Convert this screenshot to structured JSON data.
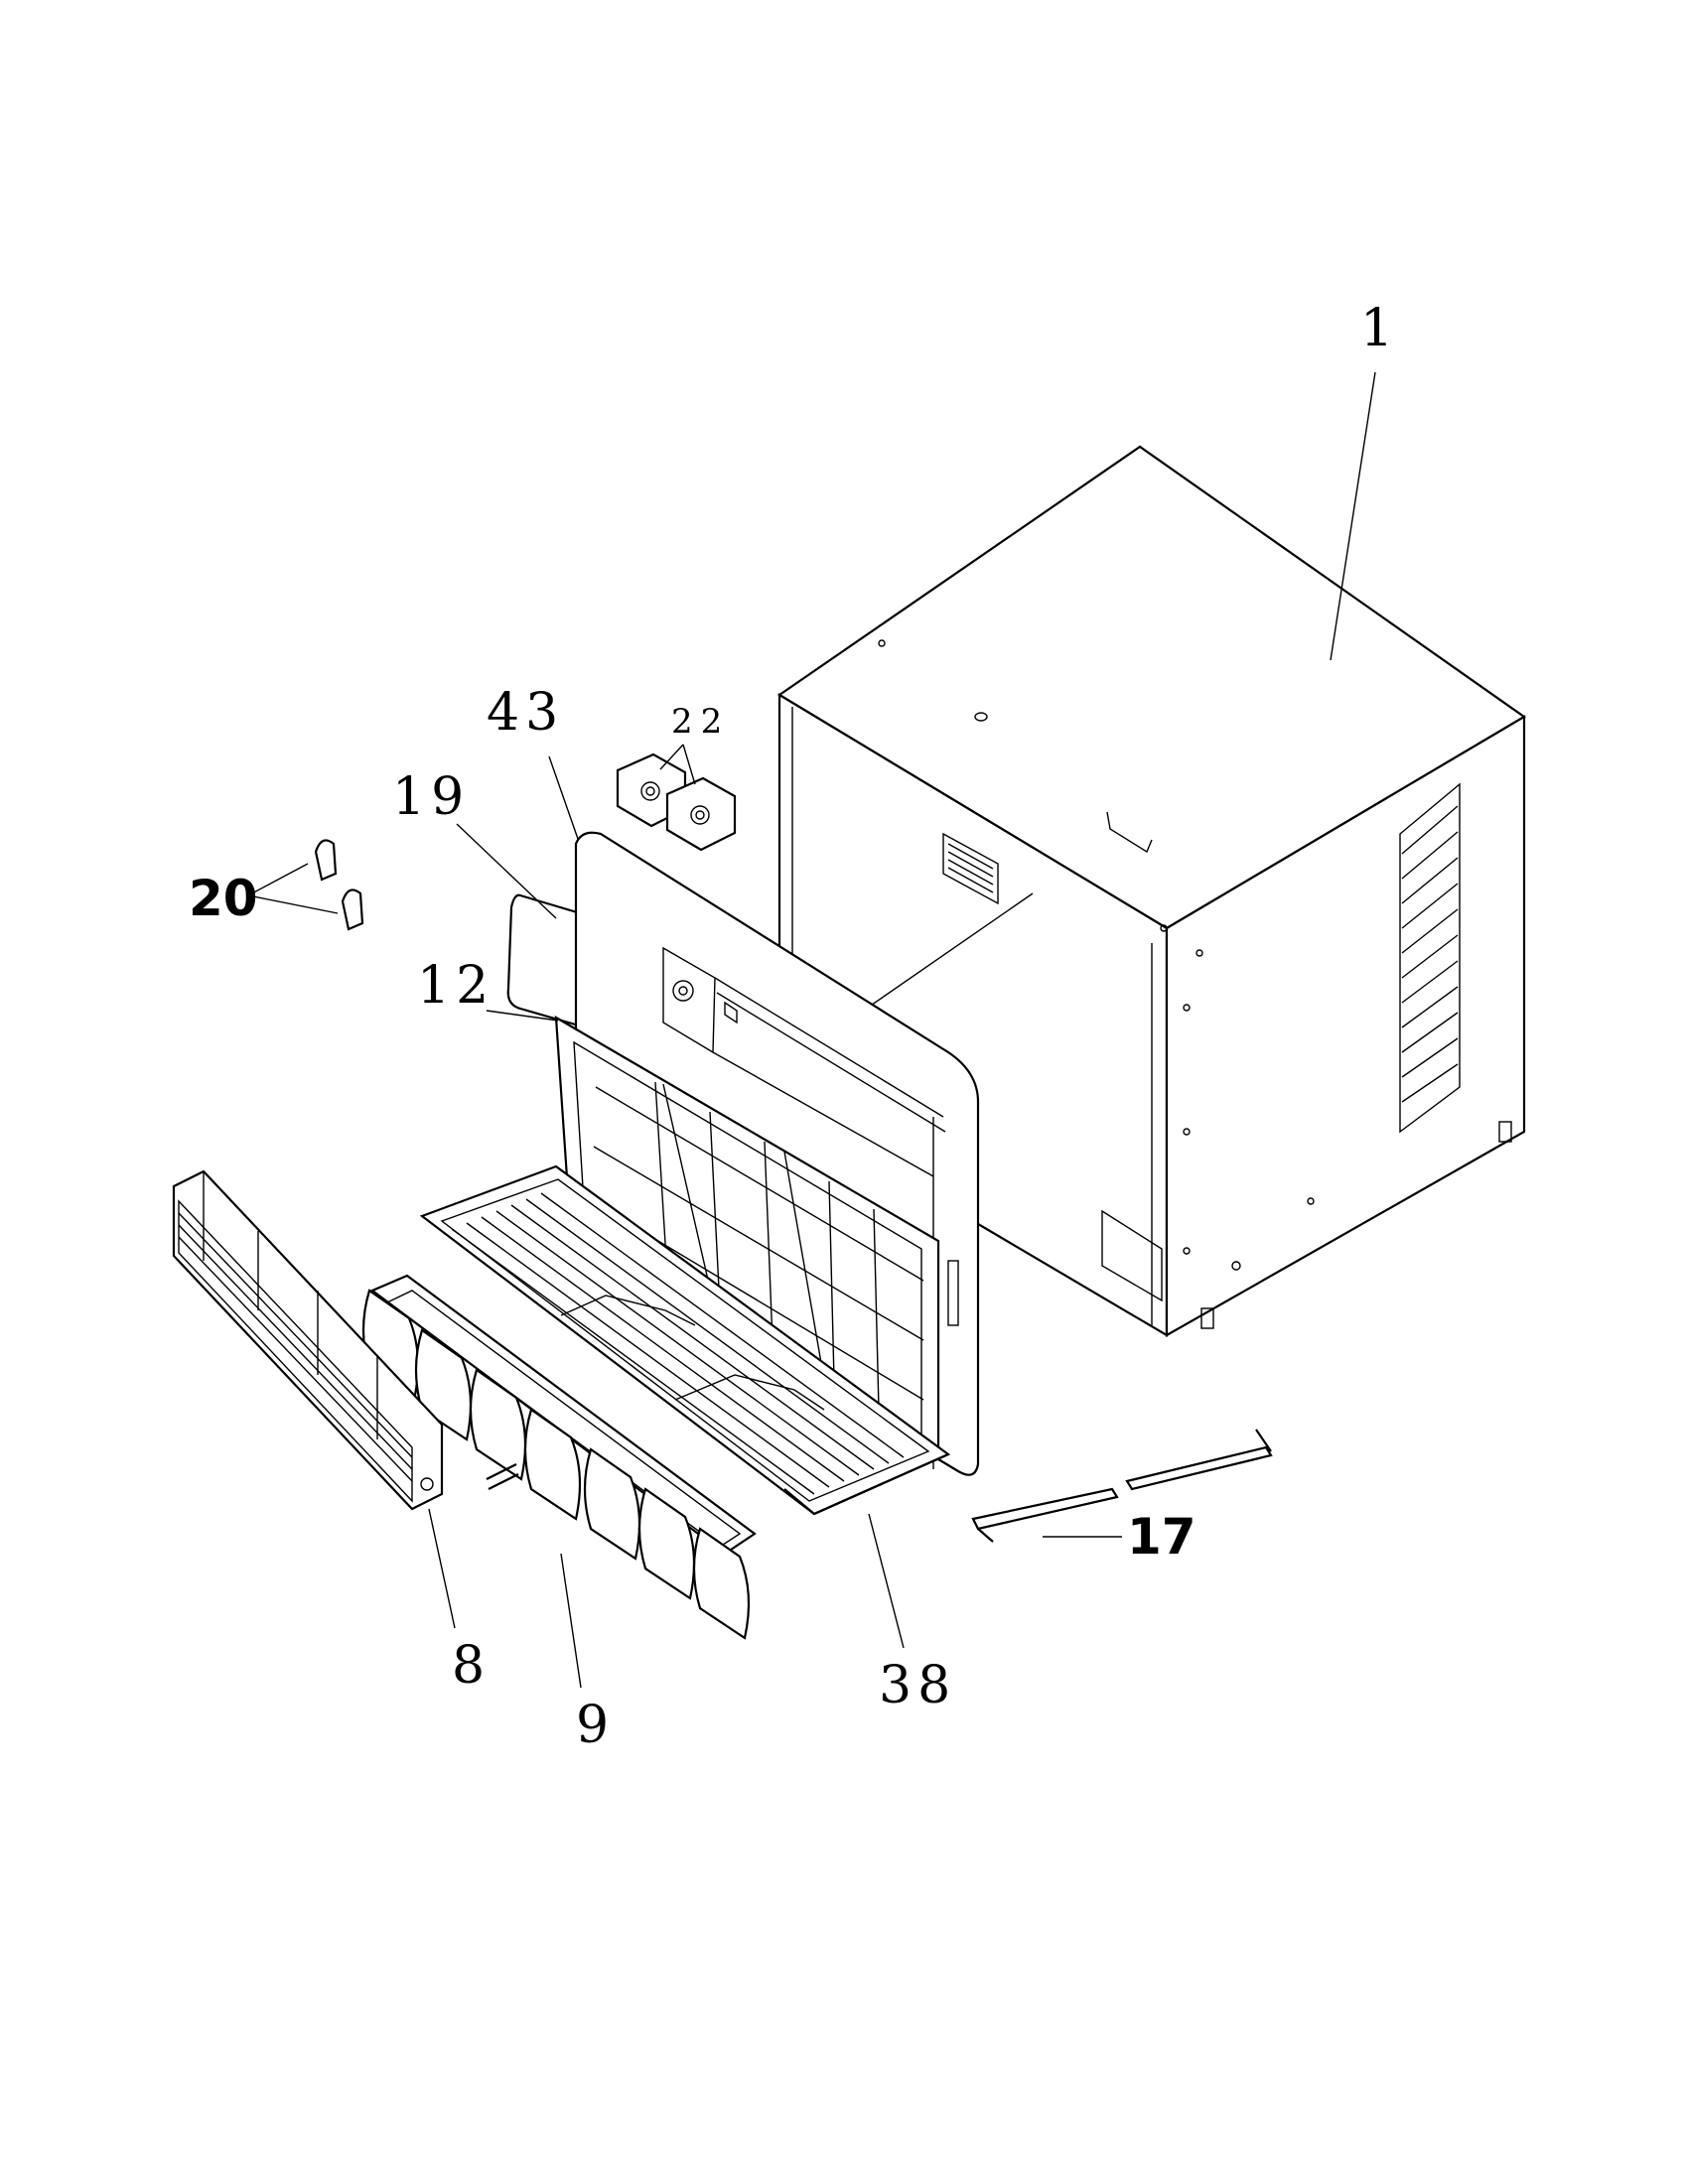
{
  "diagram": {
    "callouts": [
      {
        "id": "c1",
        "label": "1"
      },
      {
        "id": "c43",
        "label": "43"
      },
      {
        "id": "c22",
        "label": "22"
      },
      {
        "id": "c19",
        "label": "19"
      },
      {
        "id": "c20",
        "label": "20"
      },
      {
        "id": "c12",
        "label": "12"
      },
      {
        "id": "c17",
        "label": "17"
      },
      {
        "id": "c8",
        "label": "8"
      },
      {
        "id": "c9",
        "label": "9"
      },
      {
        "id": "c38",
        "label": "38"
      }
    ]
  }
}
